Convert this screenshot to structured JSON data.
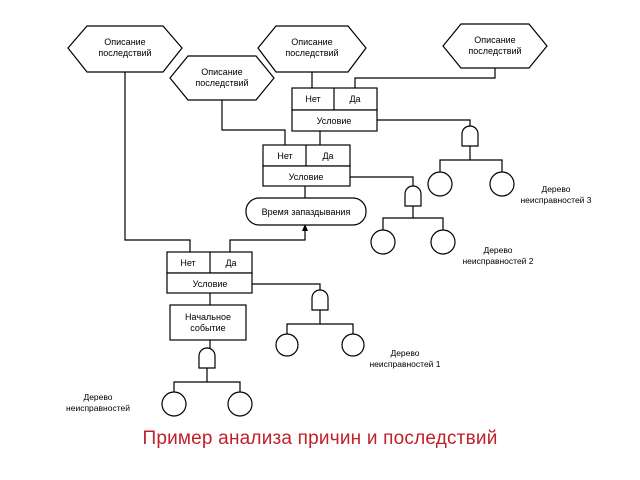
{
  "colors": {
    "caption": "#c0202a",
    "lines": "#000000",
    "background": "#ffffff"
  },
  "consequences": [
    "Описание последствий",
    "Описание последствий",
    "Описание последствий",
    "Описание последствий"
  ],
  "condition_blocks": [
    {
      "no": "Нет",
      "yes": "Да",
      "condition": "Условие"
    },
    {
      "no": "Нет",
      "yes": "Да",
      "condition": "Условие"
    },
    {
      "no": "Нет",
      "yes": "Да",
      "condition": "Условие"
    }
  ],
  "delay_time": "Время запаздывания",
  "initial_event": "Начальное событие",
  "fault_trees": [
    "Дерево неисправностей",
    "Дерево неисправностей 1",
    "Дерево неисправностей 2",
    "Дерево неисправностей 3"
  ],
  "caption": "Пример анализа причин и последствий"
}
